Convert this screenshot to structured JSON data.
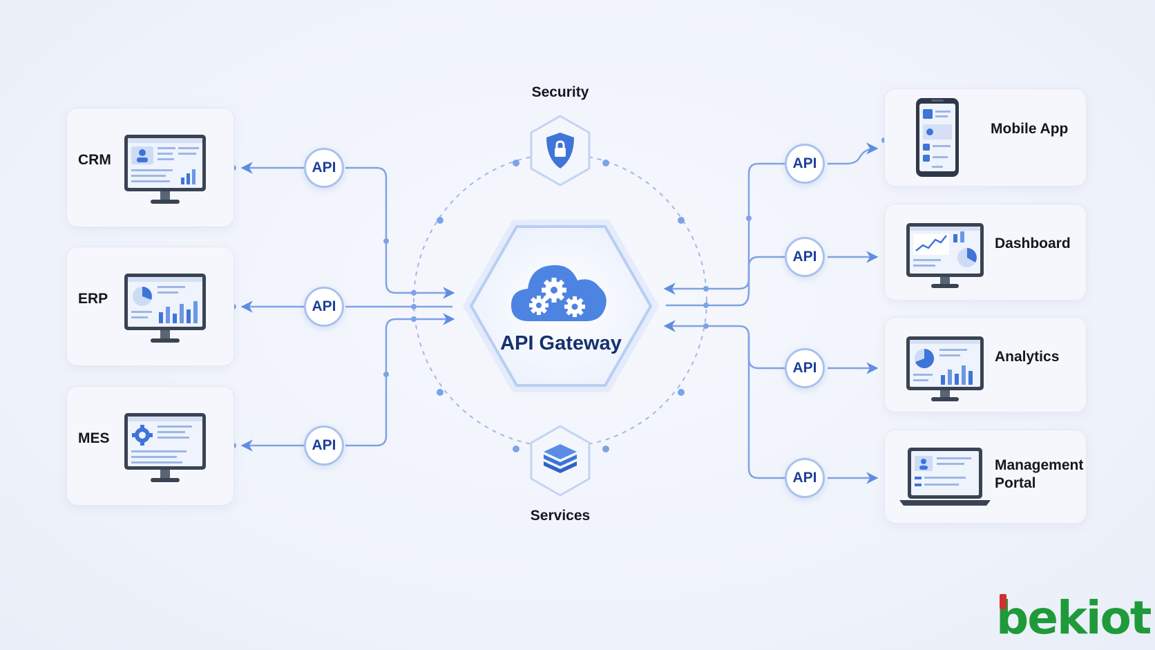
{
  "gateway": {
    "title": "API Gateway"
  },
  "top_node": {
    "label": "Security"
  },
  "bottom_node": {
    "label": "Services"
  },
  "api_label": "API",
  "left_systems": [
    {
      "label": "CRM"
    },
    {
      "label": "ERP"
    },
    {
      "label": "MES"
    }
  ],
  "right_clients": [
    {
      "label": "Mobile App"
    },
    {
      "label": "Dashboard"
    },
    {
      "label": "Analytics"
    },
    {
      "label": "Management",
      "label2": "Portal"
    }
  ],
  "logo": {
    "text": "bekiot"
  },
  "icons": {
    "gateway": "cloud-gears-icon",
    "security": "shield-lock-icon",
    "services": "layers-stack-icon",
    "monitor": "monitor-icon",
    "phone": "smartphone-icon",
    "laptop": "laptop-icon"
  },
  "colors": {
    "accent": "#3f74d8",
    "line": "#7ea2e6",
    "api_text": "#1c3f9a",
    "logo_green": "#1f9a3a",
    "logo_red": "#d32f2f"
  }
}
